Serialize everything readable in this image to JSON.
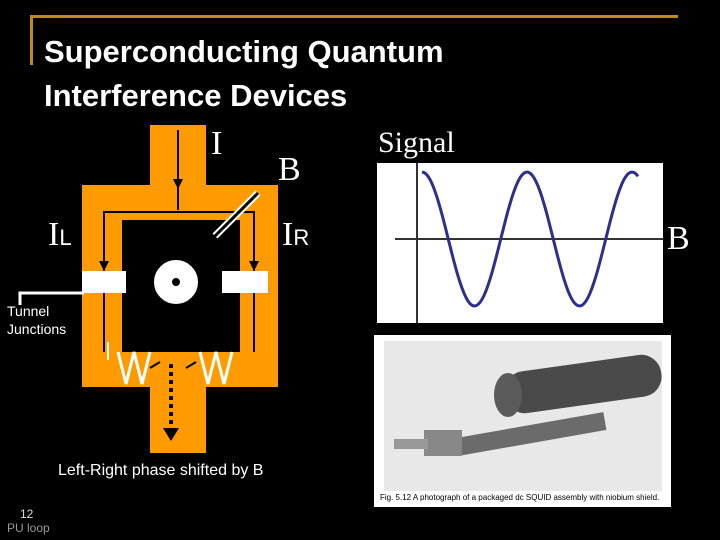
{
  "slide": {
    "title_line1": "Superconducting Quantum",
    "title_line2": "Interference Devices",
    "slide_number": "12",
    "footer": "PU loop"
  },
  "diagram": {
    "label_I": "I",
    "label_B": "B",
    "label_IL_main": "I",
    "label_IL_sub": "L",
    "label_IR_main": "I",
    "label_IR_sub": "R",
    "tunnel_line1": "Tunnel",
    "tunnel_line2": "Junctions",
    "caption": "Left-Right phase shifted by B"
  },
  "signal_plot": {
    "y_label": "Signal",
    "x_label": "B",
    "curve_color": "#2b2f8f",
    "background": "#ffffff"
  },
  "photo": {
    "caption": "Fig. 5.12  A photograph of a packaged dc SQUID assembly with niobium shield."
  },
  "colors": {
    "loop_orange": "#ff9a00",
    "title_accent": "#c08a1c"
  }
}
